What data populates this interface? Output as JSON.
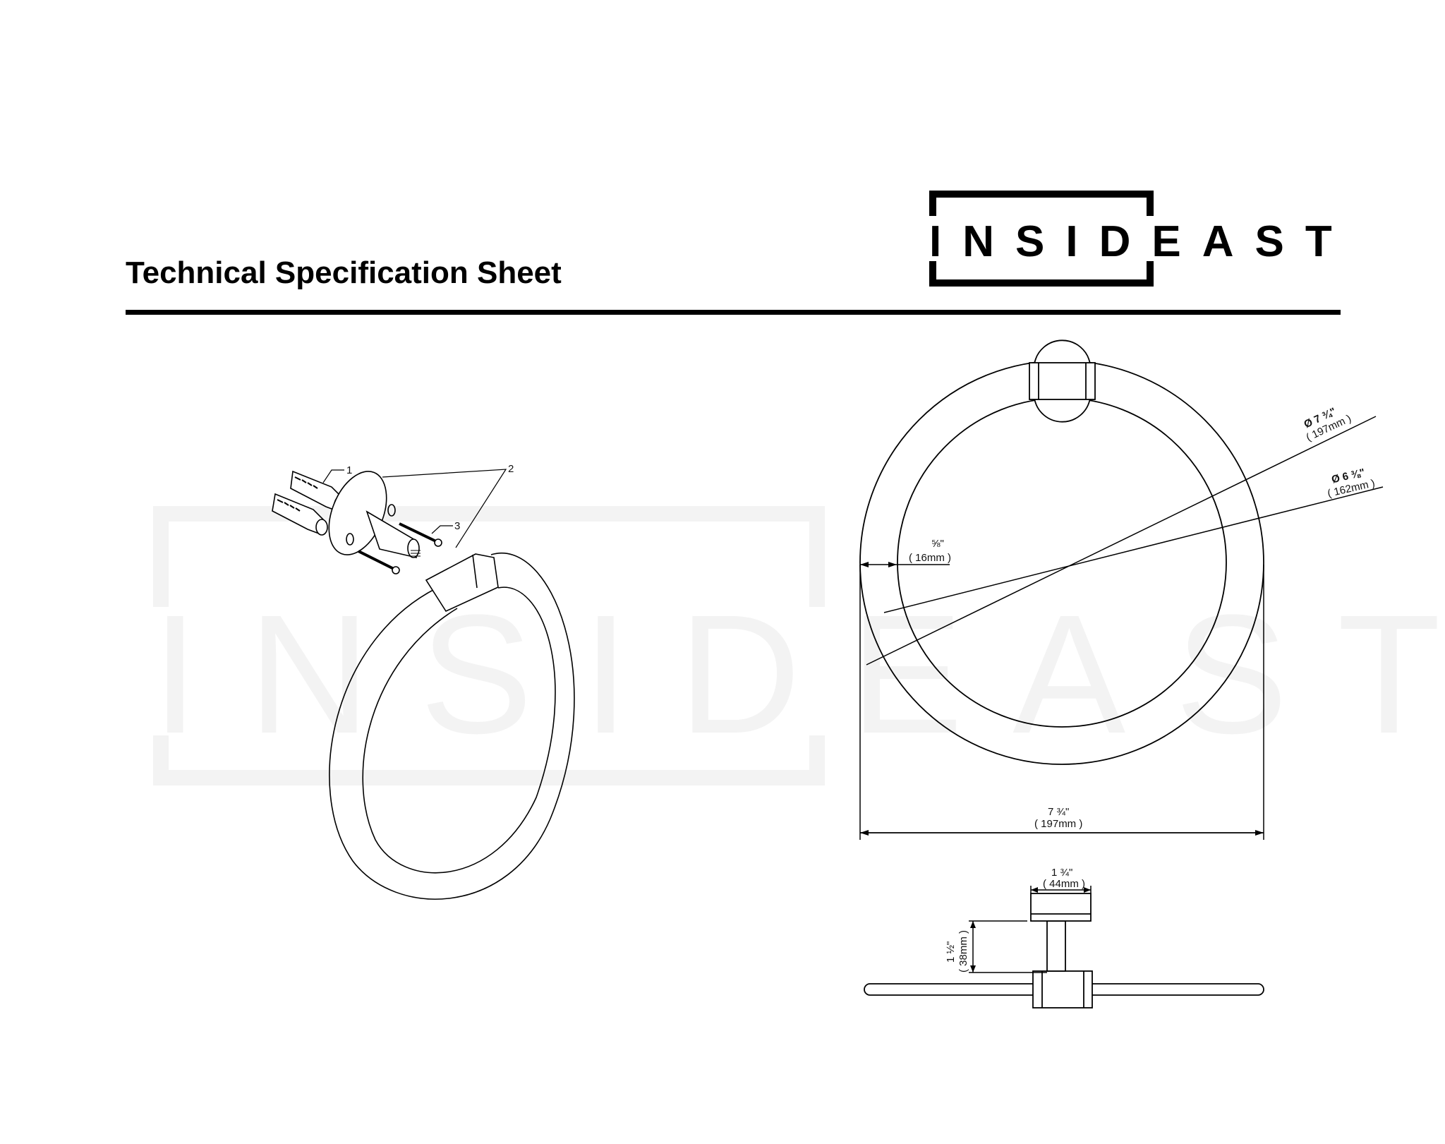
{
  "header": {
    "title": "Technical Specification Sheet",
    "brand_logo_text": "INSIDEAST"
  },
  "watermark": {
    "text": "INSIDEAST"
  },
  "exploded_view": {
    "callouts": [
      {
        "number": "1",
        "part": "wall-anchor"
      },
      {
        "number": "2",
        "part": "mounting-bracket-and-ring"
      },
      {
        "number": "3",
        "part": "screw"
      }
    ]
  },
  "front_view": {
    "outer_diameter": {
      "imperial": "Ø 7 ¾\"",
      "metric": "( 197mm )"
    },
    "inner_diameter": {
      "imperial": "Ø 6 ⅜\"",
      "metric": "( 162mm )"
    },
    "ring_thickness": {
      "imperial": "⅝\"",
      "metric": "( 16mm )"
    },
    "overall_width": {
      "imperial": "7 ¾\"",
      "metric": "( 197mm )"
    }
  },
  "side_view": {
    "flange_width": {
      "imperial": "1 ¾\"",
      "metric": "( 44mm )"
    },
    "projection": {
      "imperial": "1 ½\"",
      "metric": "( 38mm )"
    }
  },
  "colors": {
    "ink": "#000000",
    "background": "#ffffff",
    "watermark": "#f3f3f3"
  }
}
